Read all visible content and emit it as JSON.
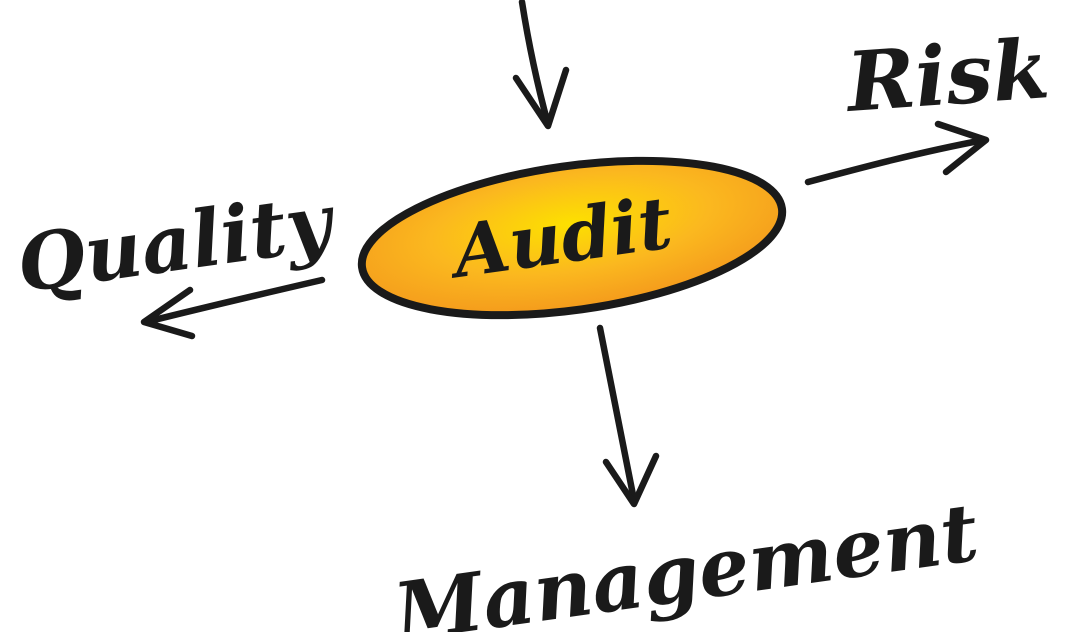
{
  "diagram": {
    "center": {
      "label": "Audit"
    },
    "nodes": [
      {
        "id": "risk",
        "label": "Risk"
      },
      {
        "id": "quality",
        "label": "Quality"
      },
      {
        "id": "management",
        "label": "Management"
      }
    ]
  },
  "colors": {
    "ink": "#1a1a1a",
    "ellipse_light": "#fde000",
    "ellipse_mid": "#fbb81f",
    "ellipse_dark": "#f49a1c",
    "background": "#ffffff"
  }
}
